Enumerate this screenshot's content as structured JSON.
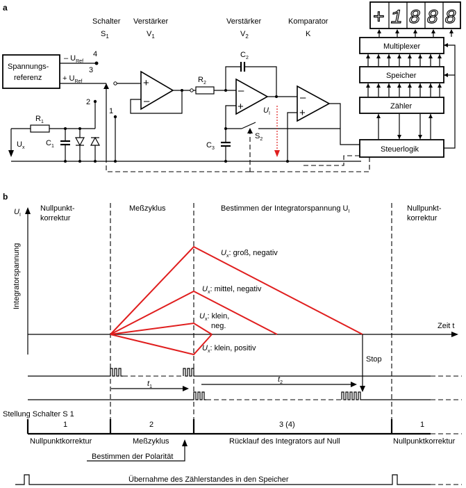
{
  "panel_a": {
    "label": "a",
    "blocks": {
      "reference": [
        "Spannungs-",
        "referenz"
      ],
      "multiplexer": "Multiplexer",
      "memory": "Speicher",
      "counter": "Zähler",
      "control": "Steuerlogik"
    },
    "display": "+1888",
    "headers": {
      "switch": "Schalter",
      "switch_sym": "S",
      "switch_sub": "1",
      "amp1": "Verstärker",
      "amp1_sym": "V",
      "amp1_sub": "1",
      "amp2": "Verstärker",
      "amp2_sym": "V",
      "amp2_sub": "2",
      "comparator": "Komparator",
      "comparator_sym": "K"
    },
    "components": {
      "minus_uref": "– U",
      "plus_uref": "+ U",
      "ref_sub": "Ref",
      "R1": "R",
      "R1_sub": "1",
      "C1": "C",
      "C1_sub": "1",
      "R2": "R",
      "R2_sub": "2",
      "C2": "C",
      "C2_sub": "2",
      "C3": "C",
      "C3_sub": "3",
      "S2": "S",
      "S2_sub": "2",
      "UI": "U",
      "UI_sub": "I",
      "Ux": "U",
      "Ux_sub": "x"
    },
    "switch_positions": [
      "4",
      "3",
      "2",
      "1"
    ]
  },
  "panel_b": {
    "label": "b",
    "axis_y_symbol": "U",
    "axis_y_sub": "I",
    "axis_y_label": "Integratorspannung",
    "axis_x_label": "Zeit t",
    "phases": {
      "zero1": [
        "Nullpunkt-",
        "korrektur"
      ],
      "measure": "Meßzyklus",
      "determine": "Bestimmen der Integratorspannung U",
      "determine_sub": "I",
      "zero2": [
        "Nullpunkt-",
        "korrektur"
      ]
    },
    "curves": [
      {
        "label_sym": "U",
        "label_sub": "x",
        "label_text": ": groß, negativ"
      },
      {
        "label_sym": "U",
        "label_sub": "x",
        "label_text": ": mittel, negativ"
      },
      {
        "label_sym": "U",
        "label_sub": "x",
        "label_text": ": klein,",
        "label_text2": "neg."
      },
      {
        "label_sym": "U",
        "label_sub": "x",
        "label_text": ": klein, positiv"
      }
    ],
    "stop": "Stop",
    "t1": "t",
    "t1_sub": "1",
    "t2": "t",
    "t2_sub": "2",
    "switch_title": "Stellung Schalter S 1",
    "switch_states": [
      "1",
      "2",
      "3   (4)",
      "1"
    ],
    "switch_state_labels": [
      "Nullpunktkorrektur",
      "Meßzyklus",
      "Rücklauf des Integrators auf Null",
      "Nullpunktkorrektur"
    ],
    "polarity": "Bestimmen der Polarität",
    "transfer": "Übernahme des Zählerstandes in den Speicher"
  },
  "colors": {
    "curve": "#e01e1e",
    "ink": "#000000"
  }
}
